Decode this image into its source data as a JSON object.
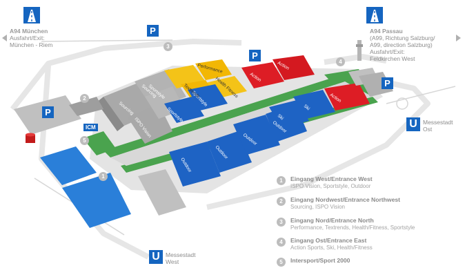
{
  "colors": {
    "exhibition_hall": "#1e63c4",
    "yellow_hall": "#f3c21b",
    "red_hall": "#dc1c24",
    "green_area": "#49a34c",
    "grey_building": "#bcbcbc",
    "road": "#e0e0e0",
    "parking": "#1565c0"
  },
  "highways": {
    "west": {
      "line1": "A94 München",
      "line2": "Ausfahrt/Exit:",
      "line3": "München - Riem",
      "icon": "motorway-icon"
    },
    "east": {
      "line1": "A94 Passau",
      "line2": "(A99, Richtung Salzburg/",
      "line3": "A99, direction Salzburg)",
      "line4": "Ausfahrt/Exit:",
      "line5": "Feldkirchen West",
      "icon": "motorway-icon"
    }
  },
  "parking_label": "P",
  "subway": {
    "east": {
      "symbol": "U",
      "line1": "Messestadt",
      "line2": "Ost"
    },
    "west": {
      "symbol": "U",
      "line1": "Messestadt",
      "line2": "West"
    }
  },
  "icm_label": "ICM",
  "halls": {
    "sourcing_a": "Sourcing",
    "sourcing_b": "Sourcing",
    "ispo_vision": "ISPO Vision",
    "sportstyle_1": "Sportstyle",
    "sportstyle_2": "Sportstyle",
    "sportstyle_3": "Sportstyle",
    "textrends": "Textrends",
    "performance": "Performance",
    "health_fitness": "Health Fitness",
    "action_1": "Action",
    "action_2": "Action",
    "action_3": "Action",
    "ski_1": "Ski",
    "ski_2": "Ski",
    "outdoor_1": "Outdoor",
    "outdoor_2": "Outdoor",
    "outdoor_3": "Outdoor",
    "outdoor_4": "Outdoor"
  },
  "legend": [
    {
      "num": "1",
      "title": "Eingang West/Entrance West",
      "sub": "ISPO Vision, Sportstyle, Outdoor"
    },
    {
      "num": "2",
      "title": "Eingang Nordwest/Entrance Northwest",
      "sub": "Sourcing, ISPO Vision"
    },
    {
      "num": "3",
      "title": "Eingang Nord/Entrance North",
      "sub": "Performance, Textrends, Health/Fitness, Sportstyle"
    },
    {
      "num": "4",
      "title": "Eingang Ost/Entrance East",
      "sub": "Action Sports, Ski, Health/Fitness"
    },
    {
      "num": "5",
      "title": "Intersport/Sport 2000",
      "sub": ""
    }
  ],
  "map_markers": {
    "m1": "1",
    "m2": "2",
    "m3": "3",
    "m4": "4",
    "m5": "5"
  }
}
